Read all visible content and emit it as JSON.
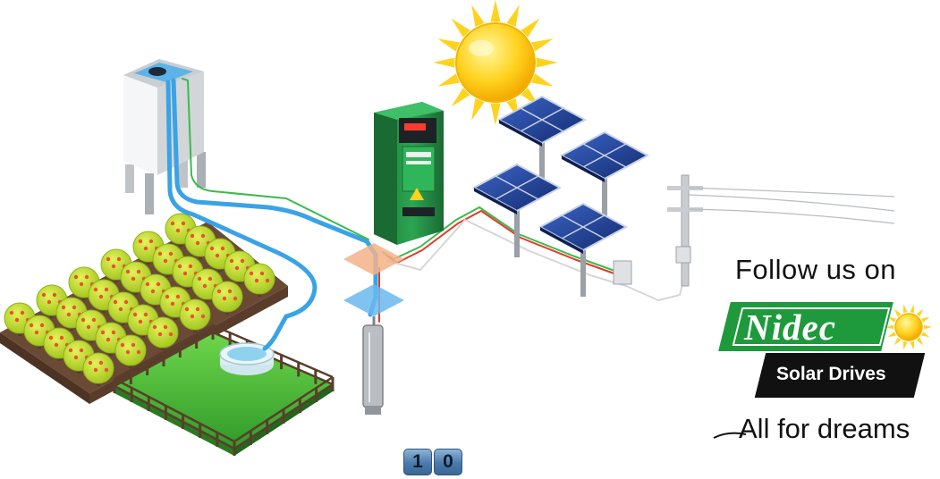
{
  "follow": {
    "text": "Follow us on"
  },
  "brand": {
    "name": "Nidec",
    "product": "Solar Drives",
    "tagline": "All for dreams",
    "green": "#1e9a3c",
    "black": "#111111"
  },
  "counter": {
    "digits": [
      "1",
      "0"
    ]
  },
  "colors": {
    "sun": "#ffd21e",
    "panel": "#1f3f9a",
    "water_pipe": "#3aa3e6",
    "drive": "#2a9a4e",
    "wire_red": "#e23a2a",
    "wire_green": "#3cba4c"
  },
  "icons": [
    "sun-icon",
    "water-tower-icon",
    "solar-panel-icon",
    "solar-drive-icon",
    "power-pole-icon",
    "borehole-pump-icon",
    "orchard-icon",
    "water-tank-icon"
  ]
}
